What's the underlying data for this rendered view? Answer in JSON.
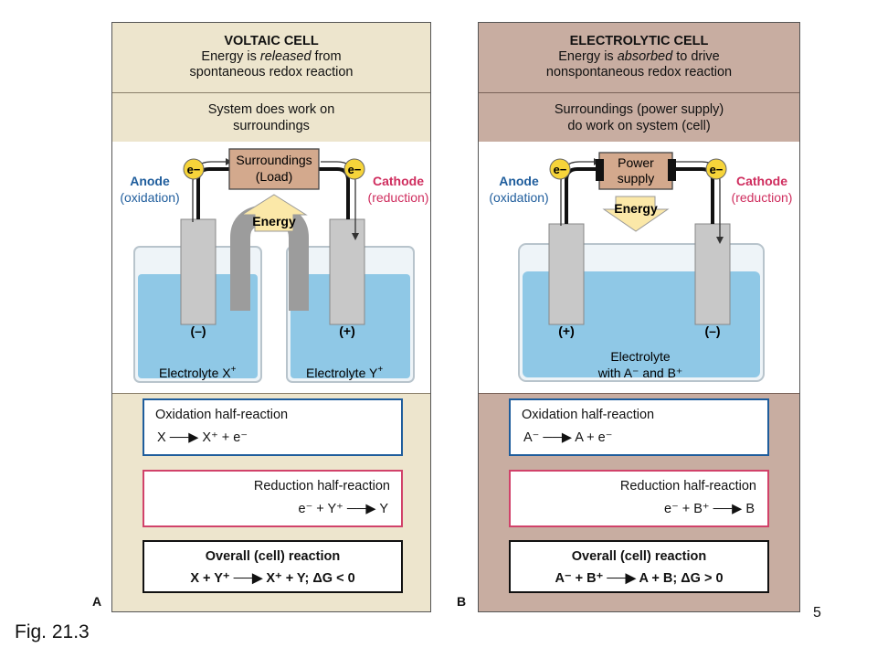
{
  "figure_label": "Fig. 21.3",
  "page_number": "5",
  "panel_a": {
    "letter": "A",
    "title": "VOLTAIC CELL",
    "line2_pre": "Energy is ",
    "line2_em": "released",
    "line2_post": " from",
    "line3": "spontaneous redox reaction",
    "sub1": "System does work on",
    "sub2": "surroundings",
    "anode_label": "Anode",
    "anode_sub": "(oxidation)",
    "cathode_label": "Cathode",
    "cathode_sub": "(reduction)",
    "load_line1": "Surroundings",
    "load_line2": "(Load)",
    "energy_label": "Energy",
    "electron_label": "e−",
    "anode_sign": "(–)",
    "cathode_sign": "(+)",
    "electrolyte_left": "Electrolyte X",
    "electrolyte_left_sup": "+",
    "electrolyte_right": "Electrolyte Y",
    "electrolyte_right_sup": "+",
    "ox_title": "Oxidation half-reaction",
    "ox_eq": "X ──▶ X⁺ + e⁻",
    "red_title": "Reduction half-reaction",
    "red_eq": "e⁻ + Y⁺ ──▶ Y",
    "overall_title": "Overall (cell) reaction",
    "overall_eq": "X + Y⁺ ──▶ X⁺ + Y; ΔG < 0"
  },
  "panel_b": {
    "letter": "B",
    "title": "ELECTROLYTIC CELL",
    "line2_pre": "Energy is ",
    "line2_em": "absorbed",
    "line2_post": " to drive",
    "line3": "nonspontaneous redox reaction",
    "sub1": "Surroundings (power supply)",
    "sub2": "do work on system (cell)",
    "anode_label": "Anode",
    "anode_sub": "(oxidation)",
    "cathode_label": "Cathode",
    "cathode_sub": "(reduction)",
    "power_line1": "Power",
    "power_line2": "supply",
    "energy_label": "Energy",
    "electron_label": "e−",
    "anode_sign": "(+)",
    "cathode_sign": "(–)",
    "electrolyte_line1": "Electrolyte",
    "electrolyte_line2": "with A⁻ and B⁺",
    "ox_title": "Oxidation half-reaction",
    "ox_eq": "A⁻ ──▶ A + e⁻",
    "red_title": "Reduction half-reaction",
    "red_eq": "e⁻ + B⁺ ──▶ B",
    "overall_title": "Overall (cell) reaction",
    "overall_eq": "A⁻ + B⁺ ──▶ A + B; ΔG > 0"
  },
  "colors": {
    "voltaic_bg": "#ede5cd",
    "electrolytic_bg": "#c8ada1",
    "anode_blue": "#1f5d9c",
    "cathode_red": "#cf2d5e",
    "electrolyte_blue": "#8fc8e6",
    "electron_yellow": "#f6d43a",
    "energy_yellow": "#fbe8a8",
    "load_tan": "#d3a98d"
  }
}
